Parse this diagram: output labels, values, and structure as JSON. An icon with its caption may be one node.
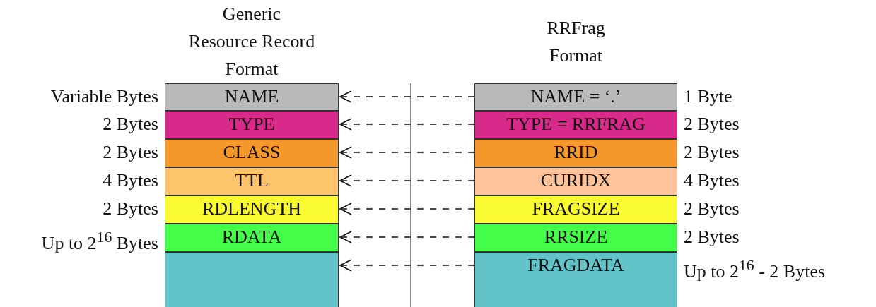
{
  "diagram": {
    "nodes": [
      {
        "text": [
          "NAME"
        ],
        "beside": [
          "Variable Bytes"
        ]
      },
      {
        "text": [
          "TYPE"
        ],
        "beside": [
          "2 Bytes"
        ]
      },
      {
        "text": [
          "CLASS"
        ],
        "beside": [
          "2 Bytes"
        ]
      },
      {
        "text": [
          "TTL"
        ],
        "beside": [
          "4 Bytes"
        ]
      },
      {
        "text": [
          "RDLENGTH"
        ],
        "beside": [
          "2 Bytes"
        ]
      },
      {
        "text": [
          "RDATA"
        ],
        "beside": [
          "Up to 2$^{16}$ Bytes"
        ]
      },
      {
        "text": [],
        "shape": "box"
      },
      {
        "text": [
          "NAME = ‘.’"
        ],
        "beside": [
          "1 Byte"
        ]
      },
      {
        "text": [
          "TYPE = RRFRAG"
        ],
        "beside": [
          "2 Bytes"
        ]
      },
      {
        "text": [
          "RRID"
        ],
        "beside": [
          "2 Bytes"
        ]
      },
      {
        "text": [
          "CURIDX"
        ],
        "beside": [
          "4 Bytes"
        ]
      },
      {
        "text": [
          "FRAGSIZE"
        ],
        "beside": [
          "2 Bytes"
        ]
      },
      {
        "text": [
          "RRSIZE"
        ],
        "beside": [
          "2 Bytes"
        ]
      },
      {
        "text": [
          "FRAGDATA"
        ],
        "beside": [
          "Up to 2$^{16}$ - 2 Bytes"
        ]
      }
    ],
    "edges": [
      {
        "from": 7,
        "to": 0,
        "arrow": "to",
        "style": "dashed"
      },
      {
        "from": 8,
        "to": 1,
        "arrow": "to",
        "style": "dashed"
      },
      {
        "from": 9,
        "to": 2,
        "arrow": "to",
        "style": "dashed"
      },
      {
        "from": 10,
        "to": 3,
        "arrow": "to",
        "style": "dashed"
      },
      {
        "from": 11,
        "to": 4,
        "arrow": "to",
        "style": "dashed"
      },
      {
        "from": 12,
        "to": 5,
        "arrow": "to",
        "style": "dashed"
      },
      {
        "from": 13,
        "to": 6,
        "arrow": "to",
        "style": "dashed"
      }
    ],
    "labels": [
      "Generic Resource Record Format",
      "RRFrag Format"
    ]
  }
}
